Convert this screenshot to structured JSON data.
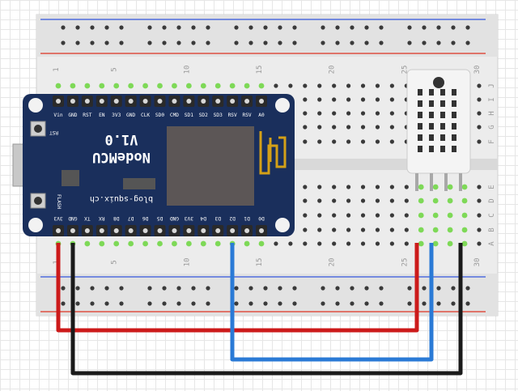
{
  "breadboard": {
    "column_numbers_top": [
      "1",
      "5",
      "10",
      "15",
      "20",
      "25",
      "30"
    ],
    "column_numbers_bottom": [
      "1",
      "5",
      "10",
      "15",
      "20",
      "25",
      "30"
    ],
    "row_letters_right_top": [
      "J",
      "I",
      "H",
      "G",
      "F"
    ],
    "row_letters_right_bottom": [
      "E",
      "D",
      "C",
      "B",
      "A"
    ]
  },
  "board": {
    "title": "NodeMCU",
    "version": "V1.0",
    "site": "blog-squix.ch",
    "button_rst": "RST",
    "button_flash": "FLASH",
    "pins_top": [
      "Vin",
      "GND",
      "RST",
      "EN",
      "3V3",
      "GND",
      "CLK",
      "SD0",
      "CMD",
      "SD1",
      "SD2",
      "SD3",
      "RSV",
      "RSV",
      "A0"
    ],
    "pins_bottom": [
      "3V3",
      "GND",
      "TX",
      "RX",
      "D8",
      "D7",
      "D6",
      "D5",
      "GND",
      "3V3",
      "D4",
      "D3",
      "D2",
      "D1",
      "D0"
    ]
  },
  "wires": {
    "power": {
      "name": "3V3",
      "color": "#cc1a1a"
    },
    "ground": {
      "name": "GND",
      "color": "#1a1a1a"
    },
    "data": {
      "name": "D2",
      "color": "#2a7ad6"
    }
  },
  "colors": {
    "board": "#1a2f5c",
    "antenna": "#d4a017",
    "rail_blue": "#3355dd",
    "rail_red": "#dd3322",
    "highlight_hole": "#7ed957"
  }
}
